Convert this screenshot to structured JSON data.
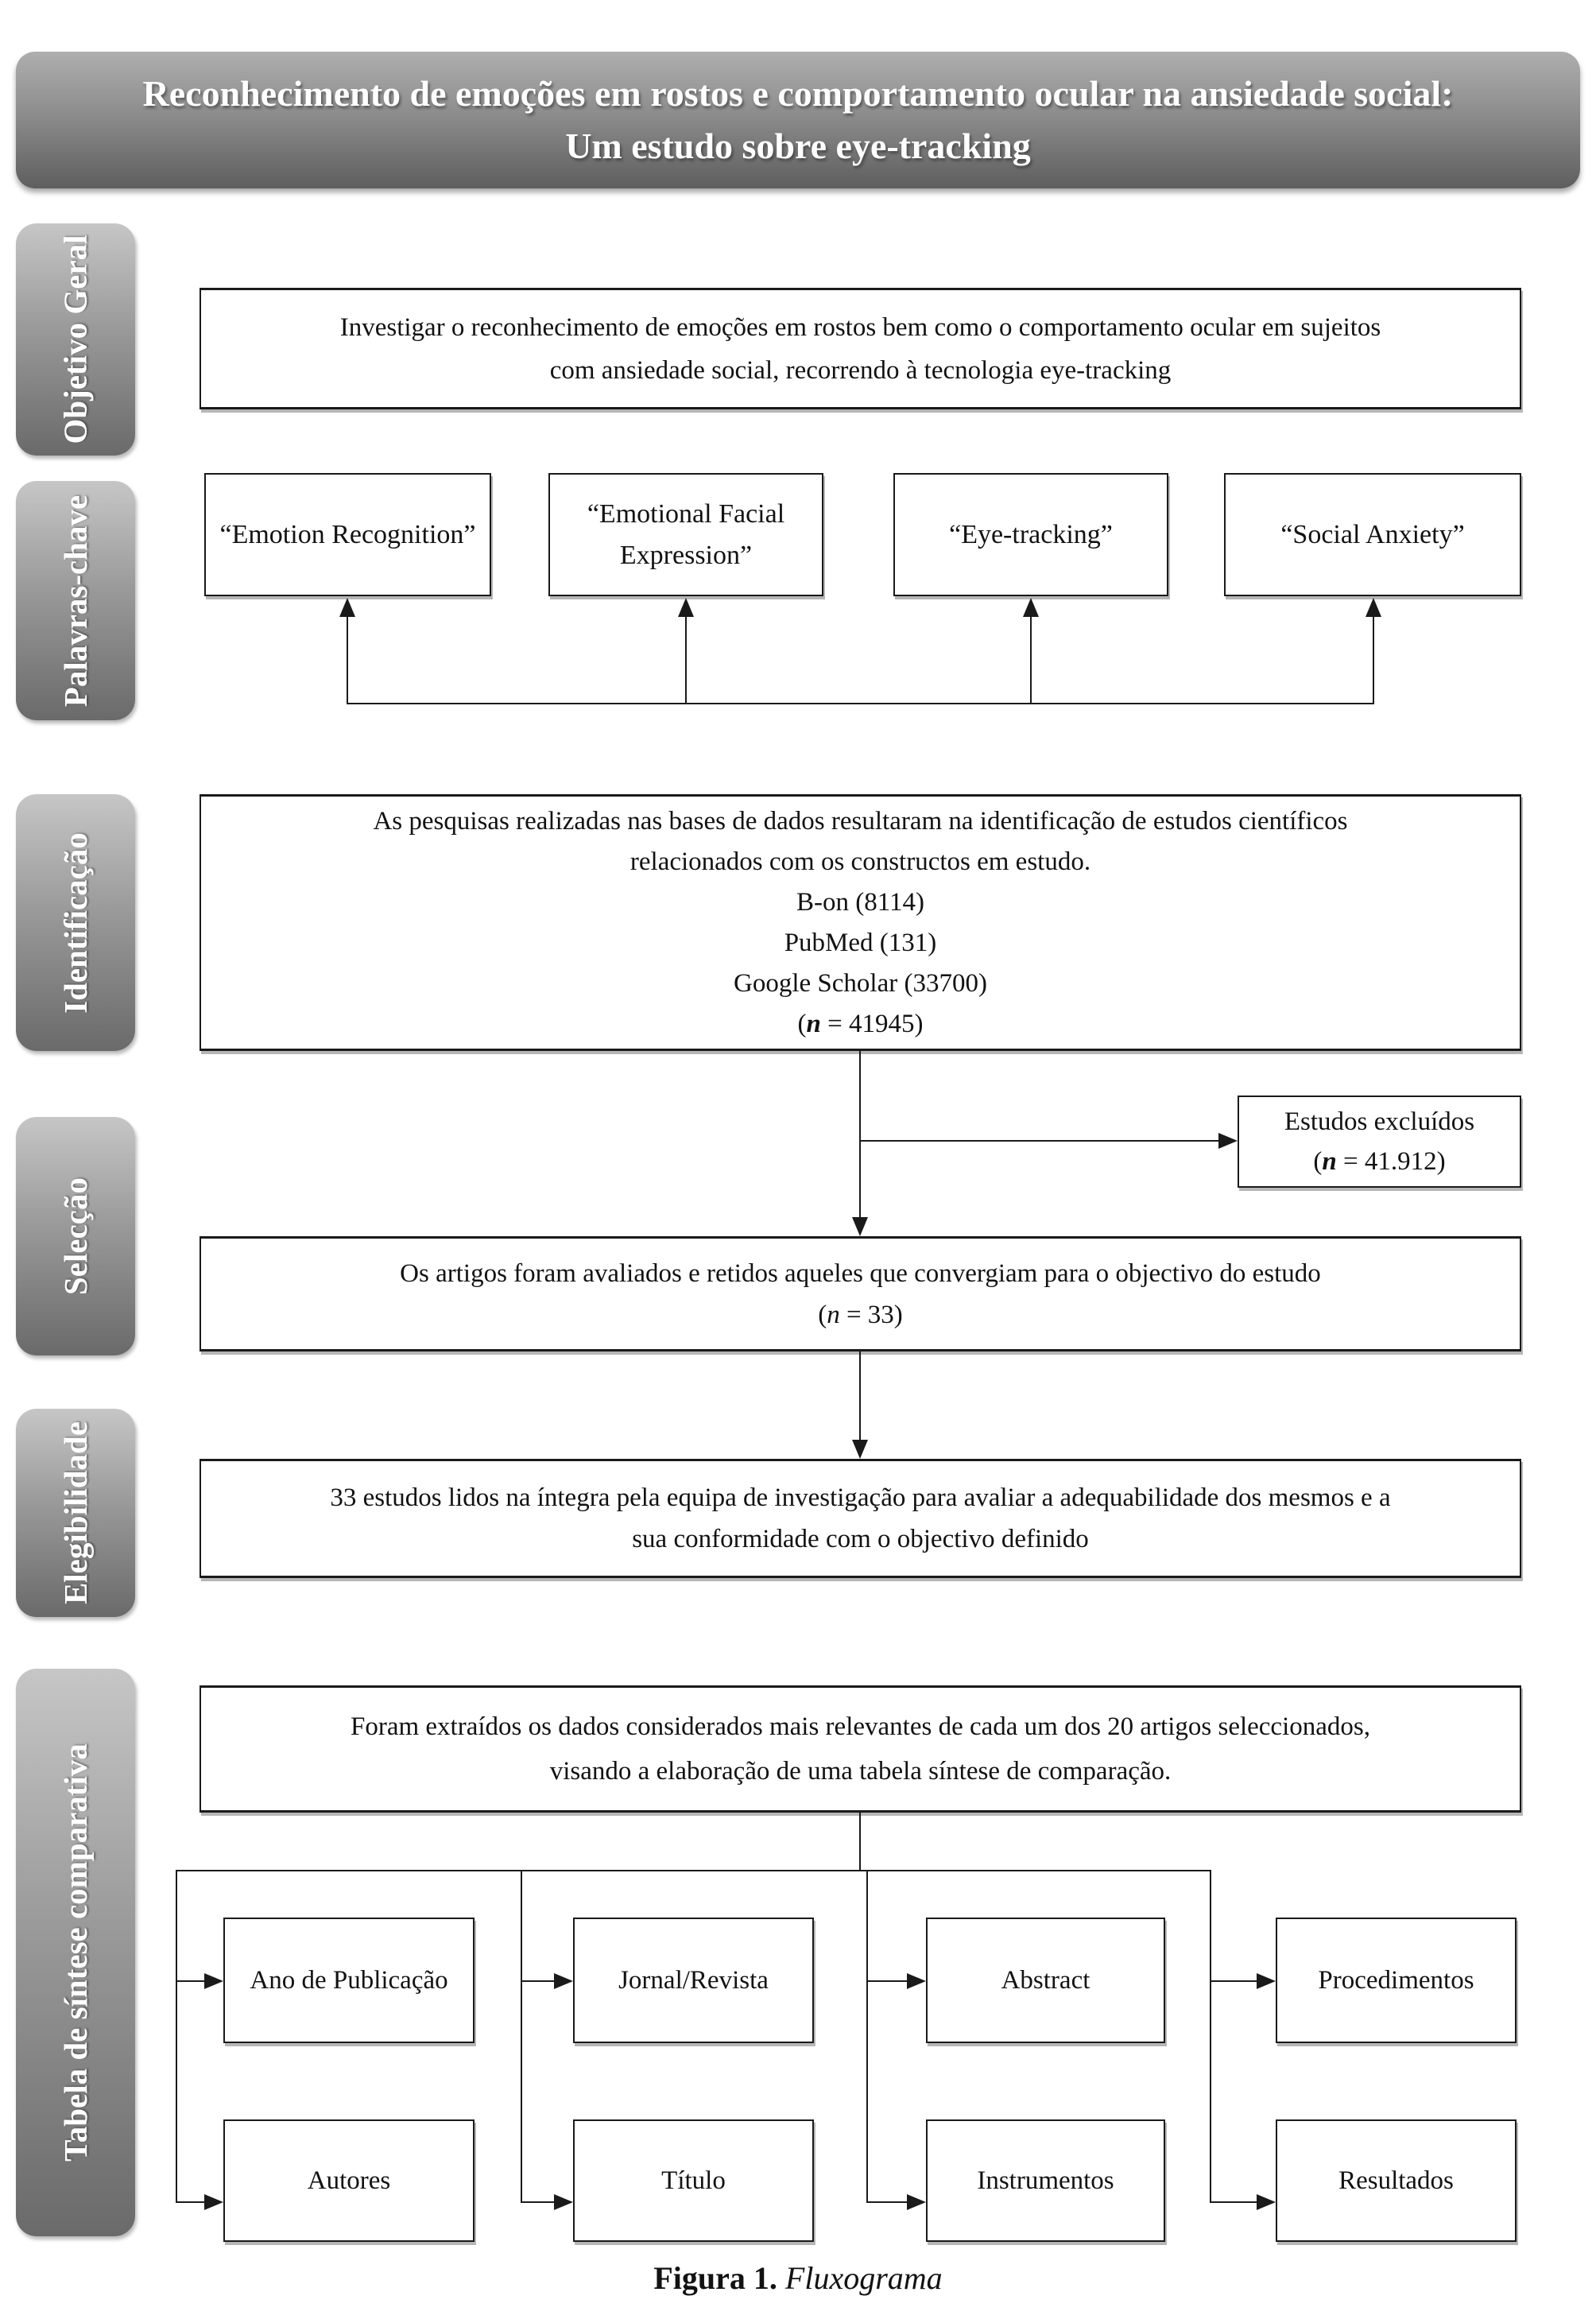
{
  "banner": {
    "title_line1": "Reconhecimento de emoções em rostos e comportamento ocular na ansiedade social:",
    "title_line2": "Um estudo sobre eye-tracking"
  },
  "sidebar": {
    "labels": [
      "Objetivo Geral",
      "Palavras-chave",
      "Identificação",
      "Selecção",
      "Elegibilidade",
      "Tabela de síntese comparativa"
    ]
  },
  "flow": {
    "objetivo": {
      "lines": [
        "Investigar o reconhecimento de emoções em rostos bem como o comportamento ocular em sujeitos",
        "com ansiedade social, recorrendo à tecnologia eye-tracking"
      ]
    },
    "keywords": [
      "“Emotion Recognition”",
      "“Emotional Facial Expression”",
      "“Eye-tracking”",
      "“Social Anxiety”"
    ],
    "identificacao": {
      "lines": [
        "As pesquisas realizadas nas bases de dados resultaram na identificação de estudos científicos",
        "relacionados com os constructos em estudo.",
        "B-on (8114)",
        "PubMed (131)",
        "Google Scholar (33700)"
      ],
      "n_line": {
        "open": "(",
        "var": "n",
        "rest": " = 41945)"
      }
    },
    "estudos_excluidos": {
      "line1": "Estudos excluídos",
      "n_line": {
        "open": "(",
        "var": "n",
        "rest": " = 41.912)"
      }
    },
    "seleccao": {
      "line1": "Os artigos foram avaliados e retidos aqueles que convergiam para o objectivo do estudo",
      "n_line": {
        "open": "(",
        "var": "n",
        "rest": " = 33)"
      }
    },
    "elegibilidade": {
      "lines": [
        "33 estudos lidos na íntegra pela equipa de investigação para avaliar a adequabilidade dos mesmos e a",
        "sua conformidade com o objectivo definido"
      ]
    },
    "tabela": {
      "lines": [
        "Foram extraídos os dados considerados mais relevantes de cada um dos 20 artigos seleccionados,",
        "visando a elaboração de uma tabela síntese de comparação."
      ]
    },
    "grid": {
      "row1": [
        "Ano de Publicação",
        "Jornal/Revista",
        "Abstract",
        "Procedimentos"
      ],
      "row2": [
        "Autores",
        "Título",
        "Instrumentos",
        "Resultados"
      ]
    }
  },
  "caption": {
    "label": "Figura 1.",
    "text": " Fluxograma"
  },
  "colors": {
    "banner_gradient_top": "#aeaeae",
    "banner_gradient_bottom": "#5e5e5e",
    "label_gradient_top": "#c6c6c6",
    "label_gradient_bottom": "#6a6a6a",
    "box_border": "#1a1a1a",
    "text": "#121212",
    "background": "#ffffff"
  }
}
